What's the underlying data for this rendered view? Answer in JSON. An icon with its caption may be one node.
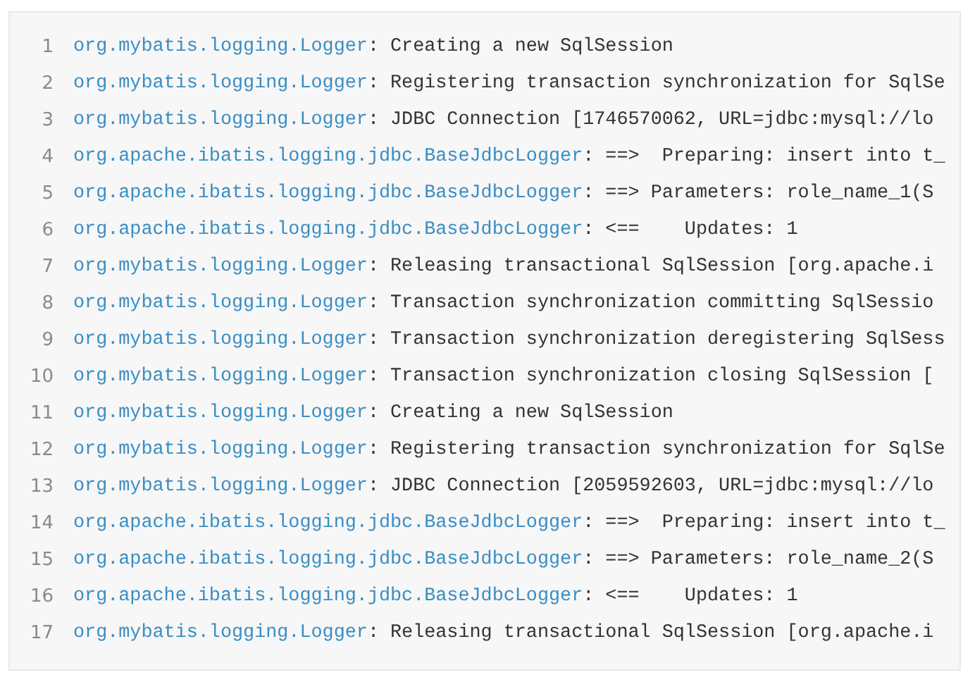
{
  "diagram": {
    "labels": [
      "1",
      "org.mybatis.logging.Logger",
      ": Creating a new SqlSession",
      "2",
      "org.mybatis.logging.Logger",
      ": Registering transaction synchronization for SqlSe",
      "3",
      "org.mybatis.logging.Logger",
      ": JDBC Connection [1746570062, URL=jdbc:mysql://lo",
      "4",
      "org.apache.ibatis.logging.jdbc.BaseJdbcLogger",
      ": ==>  Preparing: insert into t_",
      "5",
      "org.apache.ibatis.logging.jdbc.BaseJdbcLogger",
      ": ==> Parameters: role_name_1(S",
      "6",
      "org.apache.ibatis.logging.jdbc.BaseJdbcLogger",
      ": <==    Updates: 1",
      "7",
      "org.mybatis.logging.Logger",
      ": Releasing transactional SqlSession [org.apache.i",
      "8",
      "org.mybatis.logging.Logger",
      ": Transaction synchronization committing SqlSessio",
      "9",
      "org.mybatis.logging.Logger",
      ": Transaction synchronization deregistering SqlSess",
      "10",
      "org.mybatis.logging.Logger",
      ": Transaction synchronization closing SqlSession [",
      "11",
      "org.mybatis.logging.Logger",
      ": Creating a new SqlSession",
      "12",
      "org.mybatis.logging.Logger",
      ": Registering transaction synchronization for SqlSe",
      "13",
      "org.mybatis.logging.Logger",
      ": JDBC Connection [2059592603, URL=jdbc:mysql://lo",
      "14",
      "org.apache.ibatis.logging.jdbc.BaseJdbcLogger",
      ": ==>  Preparing: insert into t_",
      "15",
      "org.apache.ibatis.logging.jdbc.BaseJdbcLogger",
      ": ==> Parameters: role_name_2(S",
      "16",
      "org.apache.ibatis.logging.jdbc.BaseJdbcLogger",
      ": <==    Updates: 1",
      "17",
      "org.mybatis.logging.Logger",
      ": Releasing transactional SqlSession [org.apache.i"
    ]
  }
}
